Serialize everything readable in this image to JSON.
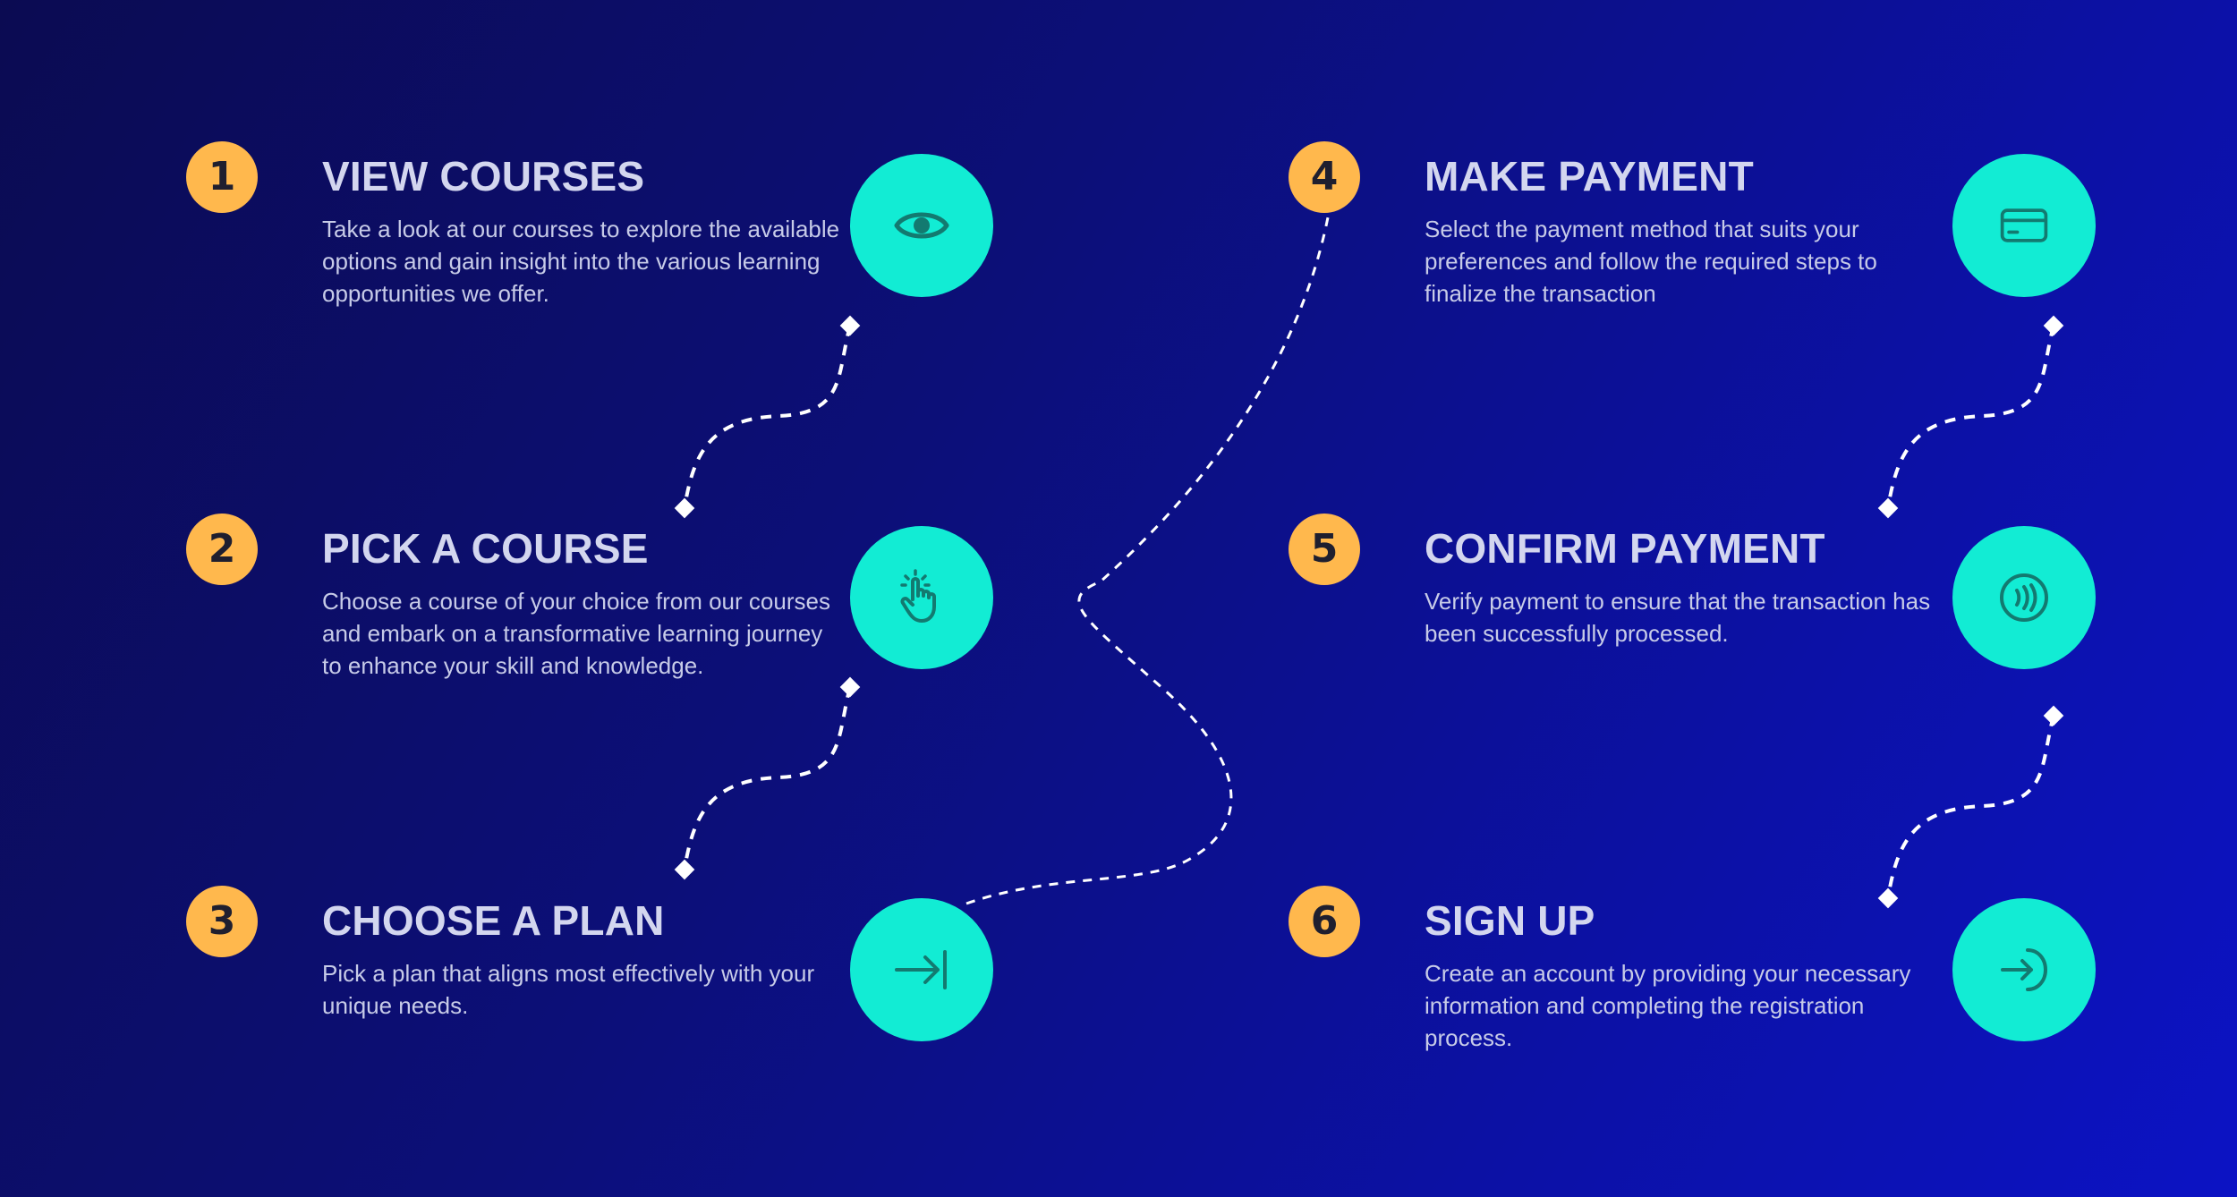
{
  "colors": {
    "background_start": "#0b0b52",
    "background_end": "#0c13c4",
    "badge": "#ffb84d",
    "icon_circle": "#12ecd4",
    "icon_stroke": "#137a70",
    "connector": "#ffffff"
  },
  "steps": [
    {
      "number": "1",
      "title": "VIEW COURSES",
      "description": "Take a look at our courses to explore the available options and gain insight into the various learning opportunities we offer.",
      "icon": "eye-icon"
    },
    {
      "number": "2",
      "title": "PICK A COURSE",
      "description": "Choose a course of your choice from our courses and embark on a transformative learning journey to enhance your skill and knowledge.",
      "icon": "pointer-hand-icon"
    },
    {
      "number": "3",
      "title": "CHOOSE A PLAN",
      "description": "Pick a plan that aligns most effectively with your unique needs.",
      "icon": "arrow-to-bar-icon"
    },
    {
      "number": "4",
      "title": "MAKE PAYMENT",
      "description": "Select the payment method that suits your preferences and follow the required steps to finalize the transaction",
      "icon": "credit-card-icon"
    },
    {
      "number": "5",
      "title": "CONFIRM PAYMENT",
      "description": "Verify payment to ensure that the transaction has been successfully processed.",
      "icon": "contactless-payment-icon"
    },
    {
      "number": "6",
      "title": "SIGN UP",
      "description": "Create an account by providing your necessary information and completing the registration process.",
      "icon": "sign-in-arrow-icon"
    }
  ]
}
